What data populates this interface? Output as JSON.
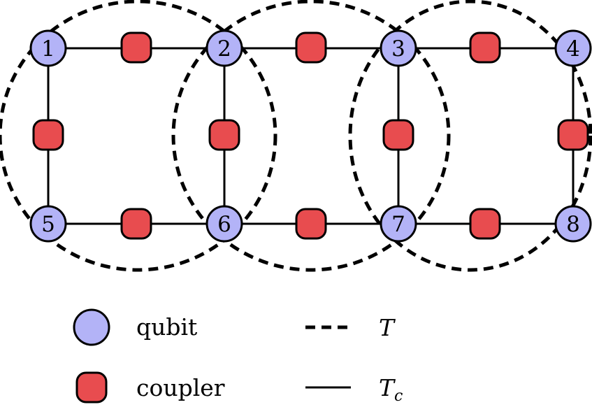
{
  "colors": {
    "qubit_fill": "#b3b3f7",
    "coupler_fill": "#e84c4f",
    "stroke": "#000000"
  },
  "qubits": [
    {
      "id": "q1",
      "label": "1"
    },
    {
      "id": "q2",
      "label": "2"
    },
    {
      "id": "q3",
      "label": "3"
    },
    {
      "id": "q4",
      "label": "4"
    },
    {
      "id": "q5",
      "label": "5"
    },
    {
      "id": "q6",
      "label": "6"
    },
    {
      "id": "q7",
      "label": "7"
    },
    {
      "id": "q8",
      "label": "8"
    }
  ],
  "edges": [
    {
      "from": "1",
      "to": "2"
    },
    {
      "from": "2",
      "to": "3"
    },
    {
      "from": "3",
      "to": "4"
    },
    {
      "from": "5",
      "to": "6"
    },
    {
      "from": "6",
      "to": "7"
    },
    {
      "from": "7",
      "to": "8"
    },
    {
      "from": "1",
      "to": "5"
    },
    {
      "from": "2",
      "to": "6"
    },
    {
      "from": "3",
      "to": "7"
    },
    {
      "from": "4",
      "to": "8"
    }
  ],
  "loops": [
    {
      "groups": [
        "1",
        "2",
        "5",
        "6"
      ]
    },
    {
      "groups": [
        "2",
        "3",
        "6",
        "7"
      ]
    },
    {
      "groups": [
        "3",
        "4",
        "7",
        "8"
      ]
    }
  ],
  "legend": {
    "qubit_label": "qubit",
    "coupler_label": "coupler",
    "dashed_label": "T",
    "solid_label_main": "T",
    "solid_label_sub": "c"
  }
}
